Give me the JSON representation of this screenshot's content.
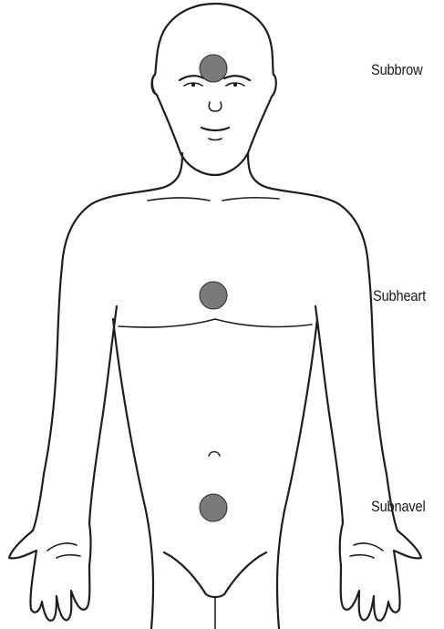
{
  "points": [
    {
      "id": "subbrow",
      "label": "Subbrow"
    },
    {
      "id": "subheart",
      "label": "Subheart"
    },
    {
      "id": "subnavel",
      "label": "Subnavel"
    }
  ],
  "colors": {
    "marker_fill": "#7a7a7a",
    "outline": "#1e1e1e",
    "background": "#ffffff"
  }
}
